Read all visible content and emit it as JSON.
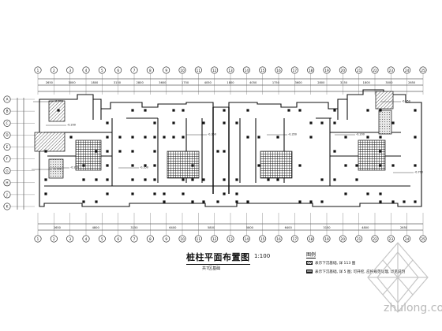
{
  "drawing": {
    "title": "桩柱平面布置图",
    "scale": "1:100",
    "subtitle": "共7区基础"
  },
  "axes": {
    "top_labels": [
      "1",
      "2",
      "3",
      "4",
      "5",
      "6",
      "7",
      "8",
      "9",
      "10",
      "11",
      "12",
      "13",
      "14",
      "15",
      "16",
      "17",
      "18",
      "19",
      "20",
      "21",
      "22",
      "23",
      "24",
      "25"
    ],
    "left_labels": [
      "A",
      "B",
      "C",
      "D",
      "E",
      "F",
      "G",
      "H",
      "J",
      "K"
    ],
    "top_dims": [
      "2650",
      "3000",
      "1800",
      "3150",
      "2800",
      "3600",
      "1750",
      "4050",
      "1800",
      "4050",
      "1750",
      "3600",
      "2800",
      "3150",
      "1800",
      "3000",
      "2650"
    ],
    "bottom_dims": [
      "2650",
      "4800",
      "3150",
      "6400",
      "5800",
      "5800",
      "6400",
      "3150",
      "4800",
      "2650"
    ]
  },
  "annotations": {
    "elevation_marks": [
      "-0.700",
      "-0.200",
      "-0.350",
      "-0.350",
      "-0.350",
      "-0.350",
      "-0.200",
      "-0.700",
      "-0.200",
      "-0.700"
    ]
  },
  "legend": {
    "title": "图例",
    "items": [
      "表示下沉基础, 详 113 图",
      "表示下沉基础, 详 5 图; 可开挖, 应按规范处理, 详见说明"
    ]
  },
  "watermark": {
    "text": "zhulong.com"
  }
}
